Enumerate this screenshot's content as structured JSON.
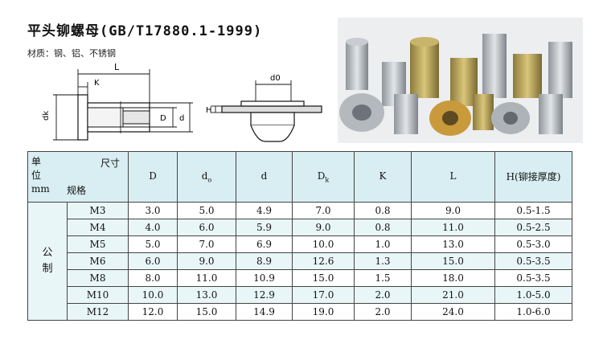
{
  "title": "平头铆螺母(GB/T17880.1-1999)",
  "material": "材质：钢、铝、不锈钢",
  "diagram": {
    "L": "L",
    "K": "K",
    "D": "D",
    "d": "d",
    "dk": "dk",
    "d0": "d0",
    "H": "H"
  },
  "photo_label": "product photo of rivet nuts",
  "table": {
    "corner": {
      "unit": [
        "单",
        "位",
        "mm"
      ],
      "size": "尺寸",
      "spec": "规格"
    },
    "headers": [
      "D",
      "d",
      "d",
      "D",
      "K",
      "L",
      "H(铆接厚度)"
    ],
    "header_subs": [
      "",
      "o",
      "",
      "k",
      "",
      "",
      ""
    ],
    "group": [
      "公",
      "制"
    ],
    "rows": [
      [
        "M3",
        "3.0",
        "5.0",
        "4.9",
        "7.0",
        "0.8",
        "9.0",
        "0.5-1.5"
      ],
      [
        "M4",
        "4.0",
        "6.0",
        "5.9",
        "9.0",
        "0.8",
        "11.0",
        "0.5-2.5"
      ],
      [
        "M5",
        "5.0",
        "7.0",
        "6.9",
        "10.0",
        "1.0",
        "13.0",
        "0.5-3.0"
      ],
      [
        "M6",
        "6.0",
        "9.0",
        "8.9",
        "12.6",
        "1.3",
        "15.0",
        "0.5-3.5"
      ],
      [
        "M8",
        "8.0",
        "11.0",
        "10.9",
        "15.0",
        "1.5",
        "18.0",
        "0.5-3.5"
      ],
      [
        "M10",
        "10.0",
        "13.0",
        "12.9",
        "17.0",
        "2.0",
        "21.0",
        "1.0-5.0"
      ],
      [
        "M12",
        "12.0",
        "15.0",
        "14.9",
        "19.0",
        "2.0",
        "24.0",
        "1.0-6.0"
      ]
    ]
  }
}
